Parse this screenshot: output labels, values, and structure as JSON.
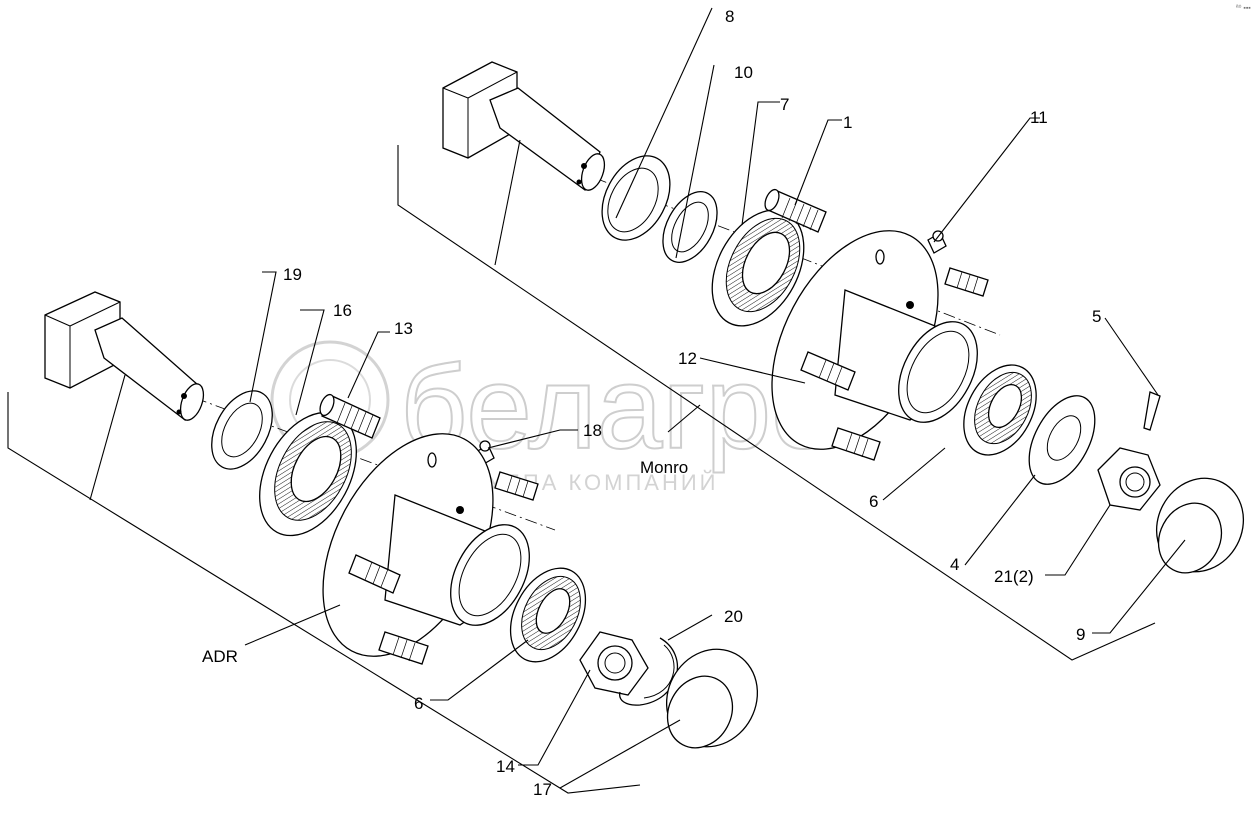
{
  "corner_mark": "ª⁰ ▪▪▪",
  "watermark": {
    "logo_text": "белагро",
    "subtitle": "ГРУППА КОМПАНИЙ"
  },
  "assemblies": {
    "monro": {
      "label": "Monro"
    },
    "adr": {
      "label": "ADR"
    }
  },
  "callouts": {
    "p8": "8",
    "p10": "10",
    "p7": "7",
    "p1": "1",
    "p11": "11",
    "p12": "12",
    "p5": "5",
    "p6_top": "6",
    "p4": "4",
    "p21": "21(2)",
    "p9": "9",
    "p19": "19",
    "p16": "16",
    "p13": "13",
    "p18": "18",
    "p6_bottom": "6",
    "p20": "20",
    "p14": "14",
    "p17": "17"
  }
}
